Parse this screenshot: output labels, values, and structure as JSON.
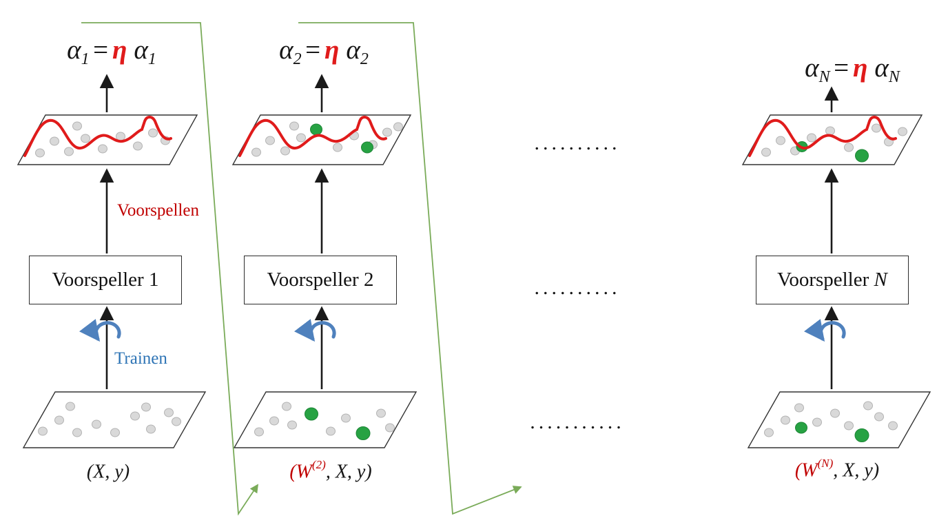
{
  "colors": {
    "curve_red": "#e01b1b",
    "eta_red": "#e01b1b",
    "weight_label_red": "#c00000",
    "voorspellen_red": "#c00000",
    "trainen_blue": "#2e74b5",
    "connector_green": "#7aab59",
    "highlight_green": "#27a243",
    "dot_gray": "#d9d9d9",
    "arrow_black": "#1a1a1a"
  },
  "annotations": {
    "voorspellen": "Voorspellen",
    "trainen": "Trainen"
  },
  "ellipsis": {
    "top": "..........",
    "middle": "..........",
    "bottom": "..........."
  },
  "columns": [
    {
      "equation": {
        "alpha_l": "α",
        "sub_l": "1",
        "equals": "=",
        "eta": "η",
        "alpha_r": "α",
        "sub_r": "1"
      },
      "predictor": "Voorspeller 1",
      "data_label": {
        "weight": "",
        "weight_sup": "",
        "rest": "(X, y)"
      }
    },
    {
      "equation": {
        "alpha_l": "α",
        "sub_l": "2",
        "equals": "=",
        "eta": "η",
        "alpha_r": "α",
        "sub_r": "2"
      },
      "predictor": "Voorspeller 2",
      "data_label": {
        "weight": "(W",
        "weight_sup": "(2)",
        "rest": ", X, y)"
      }
    },
    {
      "equation": {
        "alpha_l": "α",
        "sub_l": "N",
        "equals": "=",
        "eta": "η",
        "alpha_r": "α",
        "sub_r": "N"
      },
      "predictor_prefix": "Voorspeller ",
      "predictor_n": "N",
      "data_label": {
        "weight": "(W",
        "weight_sup": "(N)",
        "rest": ", X, y)"
      }
    }
  ]
}
